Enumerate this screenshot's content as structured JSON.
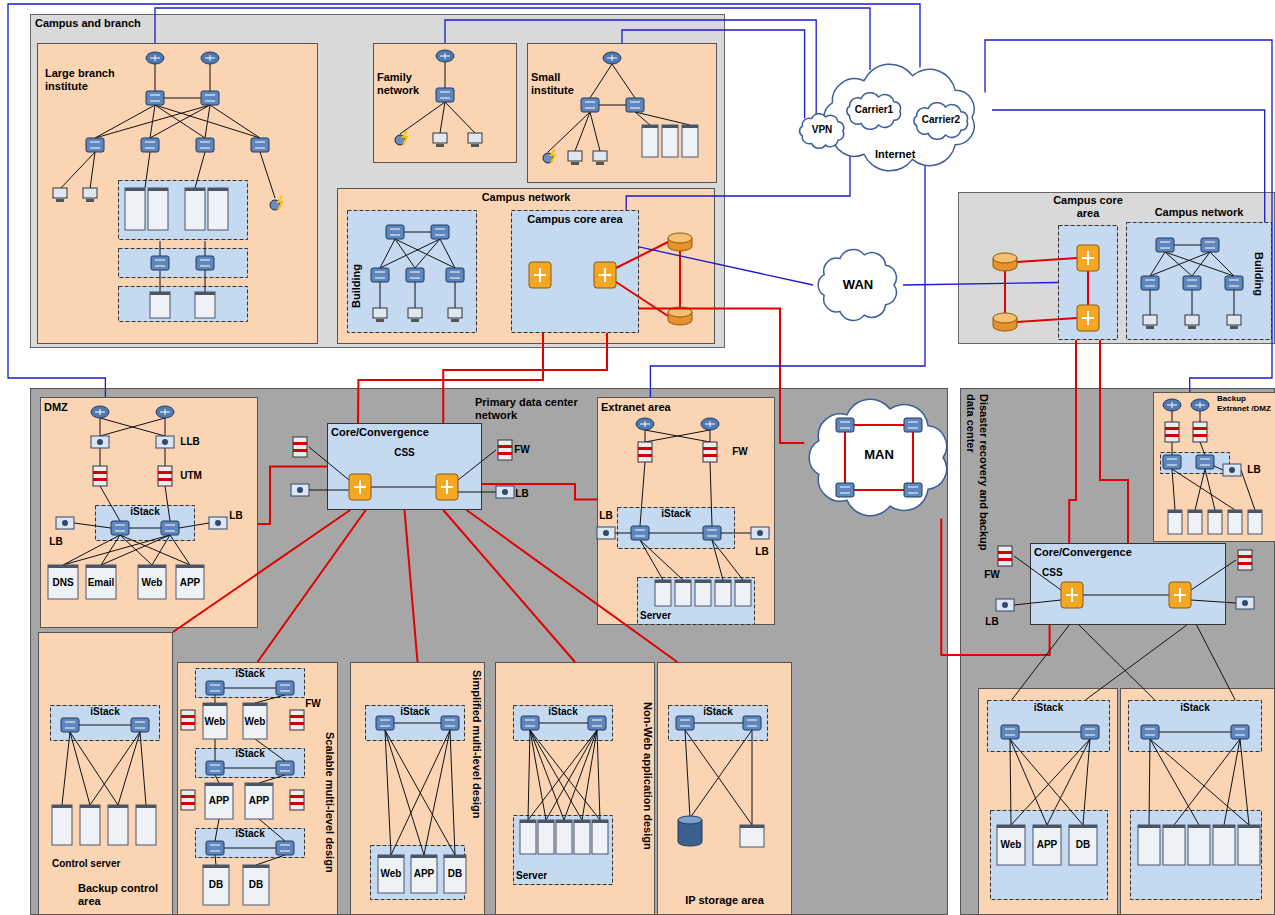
{
  "diagram": {
    "nodes": [
      {
        "text": [
          "Campus and branch"
        ]
      },
      {
        "text": [
          "Large branch institute"
        ],
        "in": 0
      },
      {
        "text": [
          "Family network"
        ],
        "in": 0
      },
      {
        "text": [
          "Small institute"
        ],
        "in": 0
      },
      {
        "text": [
          "Campus network"
        ],
        "in": 0
      },
      {
        "text": [
          "Building"
        ],
        "in": 4
      },
      {
        "text": [
          "Campus core area"
        ],
        "in": 4
      },
      {
        "text": [
          "Internet"
        ]
      },
      {
        "text": [
          "VPN"
        ],
        "in": 7
      },
      {
        "text": [
          "Carrier1"
        ],
        "in": 7
      },
      {
        "text": [
          "Carrier2"
        ],
        "in": 7
      },
      {
        "text": [
          "Campus core area"
        ]
      },
      {
        "text": [
          "Campus network",
          "Building"
        ]
      },
      {
        "text": [
          "WAN"
        ]
      },
      {
        "text": [
          "MAN"
        ]
      },
      {
        "text": [
          "Primary data center network"
        ]
      },
      {
        "text": [
          "DMZ"
        ],
        "in": 15
      },
      {
        "text": [
          "iStack"
        ],
        "in": 16
      },
      {
        "text": [
          "Core/Convergence",
          "CSS"
        ],
        "in": 15
      },
      {
        "text": [
          "Extranet area"
        ],
        "in": 15
      },
      {
        "text": [
          "iStack"
        ],
        "in": 19
      },
      {
        "text": [
          "Server"
        ],
        "in": 19
      },
      {
        "text": [
          "Control server",
          "Backup control area"
        ],
        "in": 15
      },
      {
        "text": [
          "iStack"
        ],
        "in": 22
      },
      {
        "text": [
          "Scalable multi-level design"
        ],
        "in": 15
      },
      {
        "text": [
          "iStack"
        ],
        "in": 24
      },
      {
        "text": [
          "iStack"
        ],
        "in": 24
      },
      {
        "text": [
          "iStack"
        ],
        "in": 24
      },
      {
        "text": [
          "Simplified multi-level design"
        ],
        "in": 15
      },
      {
        "text": [
          "iStack"
        ],
        "in": 28
      },
      {
        "text": [
          "Non-Web application design"
        ],
        "in": 15
      },
      {
        "text": [
          "iStack"
        ],
        "in": 30
      },
      {
        "text": [
          "Server"
        ],
        "in": 30
      },
      {
        "text": [
          "IP storage area"
        ],
        "in": 15
      },
      {
        "text": [
          "iStack"
        ],
        "in": 33
      },
      {
        "text": [
          "Disaster recovery and backup data center"
        ]
      },
      {
        "text": [
          "Backup Extranet /DMZ"
        ],
        "in": 35
      },
      {
        "text": [
          "Core/Convergence",
          "CSS"
        ],
        "in": 35
      },
      {
        "text": [
          "iStack"
        ],
        "in": 35
      },
      {
        "text": [
          "iStack"
        ],
        "in": 35
      }
    ],
    "edges": [
      {
        "from": 6,
        "to": 18,
        "arrow": "none"
      },
      {
        "from": 6,
        "to": 18,
        "arrow": "none"
      },
      {
        "from": 6,
        "to": 13,
        "arrow": "none"
      },
      {
        "from": 13,
        "to": 11,
        "arrow": "none"
      },
      {
        "from": 6,
        "to": 14,
        "arrow": "none"
      },
      {
        "from": 14,
        "to": 37,
        "arrow": "none"
      },
      {
        "from": 11,
        "to": 37,
        "arrow": "none"
      },
      {
        "from": 11,
        "to": 37,
        "arrow": "none"
      },
      {
        "from": 18,
        "to": 16,
        "arrow": "none"
      },
      {
        "from": 18,
        "to": 19,
        "arrow": "none"
      },
      {
        "from": 18,
        "to": 22,
        "arrow": "none"
      },
      {
        "from": 18,
        "to": 24,
        "arrow": "none"
      },
      {
        "from": 18,
        "to": 28,
        "arrow": "none"
      },
      {
        "from": 18,
        "to": 30,
        "arrow": "none"
      },
      {
        "from": 18,
        "to": 33,
        "arrow": "none"
      },
      {
        "from": 1,
        "to": 7,
        "arrow": "none"
      },
      {
        "from": 2,
        "to": 8,
        "arrow": "none"
      },
      {
        "from": 3,
        "to": 8,
        "arrow": "none"
      },
      {
        "from": 16,
        "to": 7,
        "arrow": "none"
      },
      {
        "from": 19,
        "to": 7,
        "arrow": "none"
      },
      {
        "from": 36,
        "to": 7,
        "arrow": "none"
      },
      {
        "from": 12,
        "to": 7,
        "arrow": "none"
      },
      {
        "from": 6,
        "to": 7,
        "arrow": "none"
      },
      {
        "from": 37,
        "to": 38,
        "arrow": "none"
      },
      {
        "from": 37,
        "to": 38,
        "arrow": "none"
      },
      {
        "from": 37,
        "to": 39,
        "arrow": "none"
      },
      {
        "from": 37,
        "to": 39,
        "arrow": "none"
      }
    ],
    "labels": [
      "LLB",
      "UTM",
      "LB",
      "LB",
      "DNS",
      "Email",
      "Web",
      "APP",
      "FW",
      "LB",
      "FW",
      "LB",
      "LB",
      "Web",
      "Web",
      "FW",
      "APP",
      "APP",
      "DB",
      "DB",
      "Web",
      "APP",
      "DB",
      "LB",
      "FW",
      "LB",
      "Web",
      "APP",
      "DB"
    ]
  }
}
